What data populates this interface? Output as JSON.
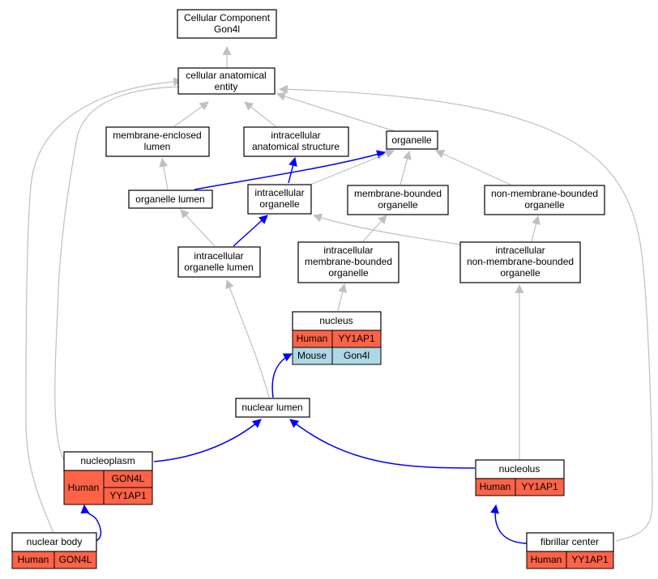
{
  "colors": {
    "gray_edge": "#c0c0c0",
    "blue_edge": "#0000ff",
    "human_fill": "#ff6347",
    "mouse_fill": "#add8e6",
    "node_fill": "#ffffff",
    "node_stroke": "#000000"
  },
  "nodes": {
    "root": {
      "lines": [
        "Cellular Component",
        "Gon4l"
      ]
    },
    "cellular_anatomical_entity": {
      "lines": [
        "cellular anatomical",
        "entity"
      ]
    },
    "membrane_enclosed_lumen": {
      "lines": [
        "membrane-enclosed",
        "lumen"
      ]
    },
    "intracellular_anatomical_structure": {
      "lines": [
        "intracellular",
        "anatomical structure"
      ]
    },
    "organelle": {
      "lines": [
        "organelle"
      ]
    },
    "organelle_lumen": {
      "lines": [
        "organelle lumen"
      ]
    },
    "intracellular_organelle": {
      "lines": [
        "intracellular",
        "organelle"
      ]
    },
    "membrane_bounded_organelle": {
      "lines": [
        "membrane-bounded",
        "organelle"
      ]
    },
    "non_membrane_bounded_organelle": {
      "lines": [
        "non-membrane-bounded",
        "organelle"
      ]
    },
    "intracellular_organelle_lumen": {
      "lines": [
        "intracellular",
        "organelle lumen"
      ]
    },
    "intracellular_membrane_bounded_organelle": {
      "lines": [
        "intracellular",
        "membrane-bounded",
        "organelle"
      ]
    },
    "intracellular_non_membrane_bounded_organelle": {
      "lines": [
        "intracellular",
        "non-membrane-bounded",
        "organelle"
      ]
    },
    "nucleus": {
      "lines": [
        "nucleus"
      ]
    },
    "nuclear_lumen": {
      "lines": [
        "nuclear lumen"
      ]
    },
    "nucleoplasm": {
      "lines": [
        "nucleoplasm"
      ]
    },
    "nucleolus": {
      "lines": [
        "nucleolus"
      ]
    },
    "nuclear_body": {
      "lines": [
        "nuclear body"
      ]
    },
    "fibrillar_center": {
      "lines": [
        "fibrillar center"
      ]
    }
  },
  "annotations": {
    "nucleus": [
      {
        "species": "Human",
        "genes": [
          "YY1AP1"
        ]
      },
      {
        "species": "Mouse",
        "genes": [
          "Gon4l"
        ]
      }
    ],
    "nucleoplasm": [
      {
        "species": "Human",
        "genes": [
          "GON4L",
          "YY1AP1"
        ]
      }
    ],
    "nucleolus": [
      {
        "species": "Human",
        "genes": [
          "YY1AP1"
        ]
      }
    ],
    "nuclear_body": [
      {
        "species": "Human",
        "genes": [
          "GON4L"
        ]
      }
    ],
    "fibrillar_center": [
      {
        "species": "Human",
        "genes": [
          "YY1AP1"
        ]
      }
    ]
  },
  "edges": [
    {
      "from": "cellular_anatomical_entity",
      "to": "root",
      "color": "gray"
    },
    {
      "from": "membrane_enclosed_lumen",
      "to": "cellular_anatomical_entity",
      "color": "gray"
    },
    {
      "from": "intracellular_anatomical_structure",
      "to": "cellular_anatomical_entity",
      "color": "gray"
    },
    {
      "from": "organelle",
      "to": "cellular_anatomical_entity",
      "color": "gray"
    },
    {
      "from": "organelle_lumen",
      "to": "membrane_enclosed_lumen",
      "color": "gray"
    },
    {
      "from": "organelle_lumen",
      "to": "organelle",
      "color": "blue"
    },
    {
      "from": "intracellular_organelle",
      "to": "intracellular_anatomical_structure",
      "color": "blue"
    },
    {
      "from": "intracellular_organelle",
      "to": "organelle",
      "color": "gray"
    },
    {
      "from": "membrane_bounded_organelle",
      "to": "organelle",
      "color": "gray"
    },
    {
      "from": "non_membrane_bounded_organelle",
      "to": "organelle",
      "color": "gray"
    },
    {
      "from": "intracellular_organelle_lumen",
      "to": "organelle_lumen",
      "color": "gray"
    },
    {
      "from": "intracellular_organelle_lumen",
      "to": "intracellular_organelle",
      "color": "blue"
    },
    {
      "from": "intracellular_membrane_bounded_organelle",
      "to": "membrane_bounded_organelle",
      "color": "gray"
    },
    {
      "from": "intracellular_non_membrane_bounded_organelle",
      "to": "non_membrane_bounded_organelle",
      "color": "gray"
    },
    {
      "from": "intracellular_non_membrane_bounded_organelle",
      "to": "intracellular_organelle",
      "color": "gray"
    },
    {
      "from": "nucleus",
      "to": "intracellular_membrane_bounded_organelle",
      "color": "gray"
    },
    {
      "from": "nuclear_lumen",
      "to": "intracellular_organelle_lumen",
      "color": "gray"
    },
    {
      "from": "nuclear_lumen",
      "to": "nucleus",
      "color": "blue"
    },
    {
      "from": "nucleoplasm",
      "to": "nuclear_lumen",
      "color": "blue"
    },
    {
      "from": "nucleoplasm",
      "to": "cellular_anatomical_entity",
      "color": "gray"
    },
    {
      "from": "nucleolus",
      "to": "nuclear_lumen",
      "color": "blue"
    },
    {
      "from": "nucleolus",
      "to": "intracellular_non_membrane_bounded_organelle",
      "color": "gray"
    },
    {
      "from": "nuclear_body",
      "to": "nucleoplasm",
      "color": "blue"
    },
    {
      "from": "nuclear_body",
      "to": "cellular_anatomical_entity",
      "color": "gray"
    },
    {
      "from": "fibrillar_center",
      "to": "nucleolus",
      "color": "blue"
    },
    {
      "from": "fibrillar_center",
      "to": "cellular_anatomical_entity",
      "color": "gray"
    }
  ]
}
